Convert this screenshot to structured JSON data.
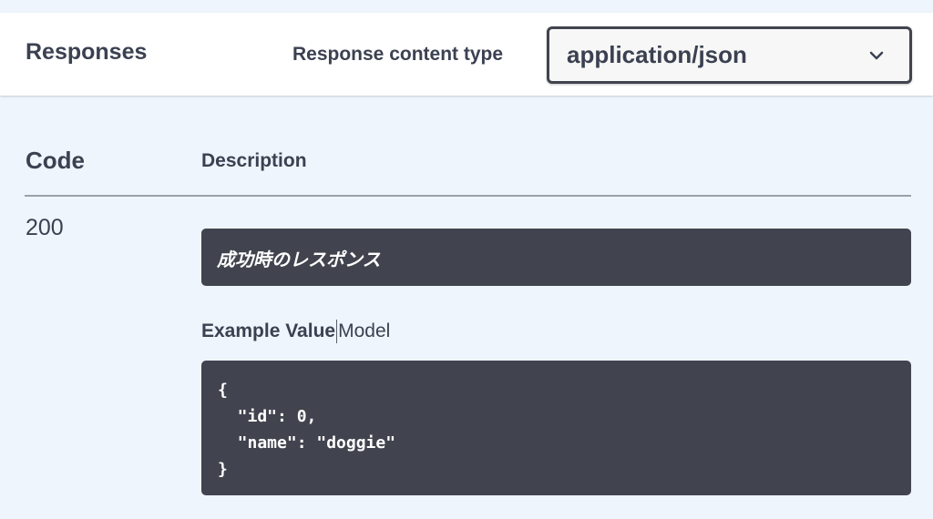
{
  "header": {
    "title": "Responses",
    "content_type_label": "Response content type",
    "content_type_value": "application/json"
  },
  "table": {
    "columns": [
      "Code",
      "Description"
    ],
    "rows": [
      {
        "code": "200",
        "description": "成功時のレスポンス",
        "tabs": [
          "Example Value",
          "Model"
        ],
        "example_lines": [
          "{",
          "  \"id\": 0,",
          "  \"name\": \"doggie\"",
          "}"
        ]
      }
    ]
  },
  "icons": {
    "select": "chevron-down-icon"
  },
  "colors": {
    "header_bg": "#ffffff",
    "page_bg": "#eef5fc",
    "dark_box": "#41444e",
    "text": "#3b4151"
  }
}
